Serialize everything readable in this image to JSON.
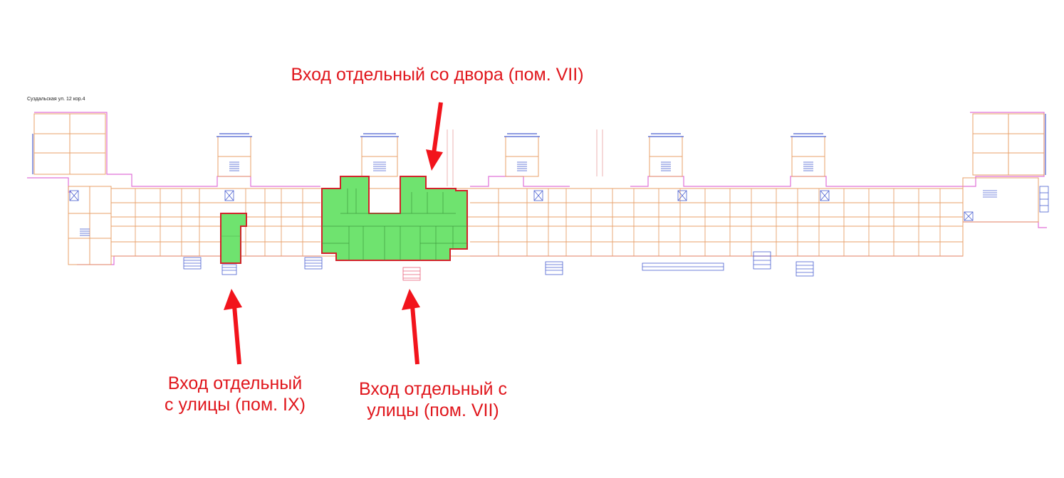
{
  "plan": {
    "address": "Суздальская ул. 12 кор.4"
  },
  "callouts": {
    "courtyard_entrance": {
      "line1": "Вход отдельный со двора (пом. VII)"
    },
    "street_entrance_ix": {
      "line1": "Вход отдельный",
      "line2": "с улицы (пом. IX)"
    },
    "street_entrance_vii": {
      "line1": "Вход отдельный с",
      "line2": "улицы (пом. VII)"
    }
  },
  "colors": {
    "wall": "#e8a06a",
    "magenta": "#e070d8",
    "blue": "#4a5fd0",
    "highlight_fill": "#6fe36f",
    "highlight_border": "#d2232a",
    "callout_text": "#e0161c",
    "arrow": "#f2141c"
  }
}
